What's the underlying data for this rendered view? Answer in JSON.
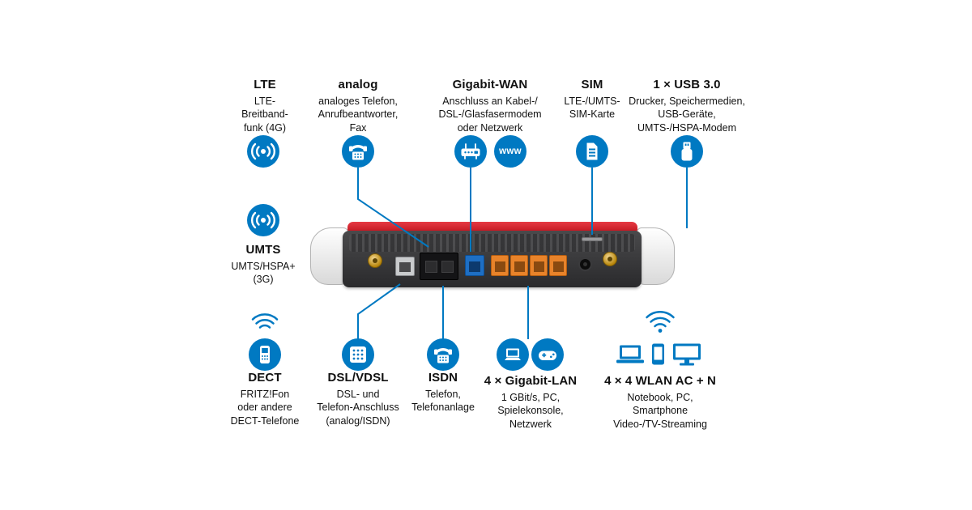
{
  "colors": {
    "accent": "#0079c2",
    "router_red": "#d5121e"
  },
  "icons": {
    "www_label": "www"
  },
  "callouts": {
    "lte": {
      "title": "LTE",
      "desc": "LTE-\nBreitband-\nfunk (4G)"
    },
    "analog": {
      "title": "analog",
      "desc": "analoges Telefon,\nAnrufbeantworter,\nFax"
    },
    "gigabit_wan": {
      "title": "Gigabit-WAN",
      "desc": "Anschluss an Kabel-/\nDSL-/Glasfasermodem\noder Netzwerk"
    },
    "sim": {
      "title": "SIM",
      "desc": "LTE-/UMTS-\nSIM-Karte"
    },
    "usb": {
      "title": "1 × USB 3.0",
      "desc": "Drucker, Speichermedien,\nUSB-Geräte,\nUMTS-/HSPA-Modem"
    },
    "umts": {
      "title": "UMTS",
      "desc": "UMTS/HSPA+\n(3G)"
    },
    "dect": {
      "title": "DECT",
      "desc": "FRITZ!Fon\noder andere\nDECT-Telefone"
    },
    "dsl_vdsl": {
      "title": "DSL/VDSL",
      "desc": "DSL- und\nTelefon-Anschluss\n(analog/ISDN)"
    },
    "isdn": {
      "title": "ISDN",
      "desc": "Telefon,\nTelefonanlage"
    },
    "gigabit_lan": {
      "title": "4 × Gigabit-LAN",
      "desc": "1 GBit/s, PC,\nSpielekonsole,\nNetzwerk"
    },
    "wlan": {
      "title": "4 × 4 WLAN AC + N",
      "desc": "Notebook, PC,\nSmartphone\nVideo-/TV-Streaming"
    }
  }
}
